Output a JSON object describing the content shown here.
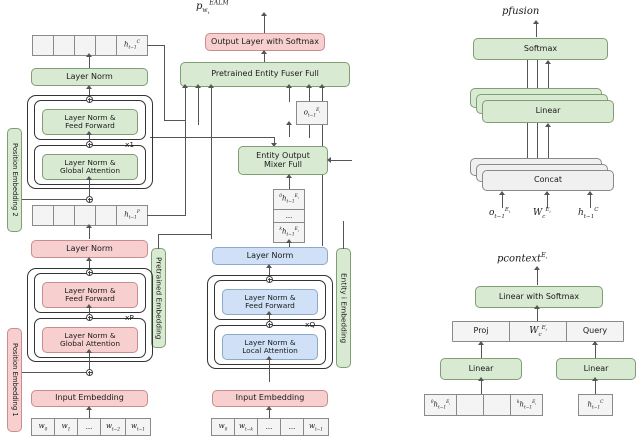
{
  "figure": {
    "title": "EALM entity-aware language model architecture diagram"
  },
  "left_panel": {
    "outputs": {
      "top_label": "p",
      "top_label_sup": "EALM",
      "top_label_sub": "w_t"
    },
    "output_layer": "Output Layer with Softmax",
    "fuser": "Pretrained Entity Fuser Full",
    "mixer": "Entity Output\nMixer Full",
    "mixer_line1": "Entity Output",
    "mixer_line2": "Mixer Full",
    "layer_norm": "Layer Norm",
    "ln_ff": "Layer Norm &\nFeed Forward",
    "ln_ff_line1": "Layer Norm &",
    "ln_ff_line2": "Feed Forward",
    "ln_global": "Layer Norm &\nGlobal Attention",
    "ln_global_line1": "Layer Norm &",
    "ln_global_line2": "Global Attention",
    "ln_local_line1": "Layer Norm &",
    "ln_local_line2": "Local Attention",
    "input_embedding": "Input Embedding",
    "repeat_x1": "x1",
    "repeat_xP": "xP",
    "repeat_xQ": "xQ",
    "pos_emb_2": "Position Embedding 2",
    "pos_emb_1": "Position Embedding 1",
    "pretrained_emb": "Pretrained Embedding",
    "entity_emb": "Entity i Embedding",
    "h_c": "h_{t-1}^C",
    "h_p": "h_{t-1}^P",
    "o_e": "o_{t-1}^{E_i}",
    "h0_e": "0 h_{t-1}^{E_i}",
    "hk_e": "k h_{t-1}^{E_i}",
    "ellipsis": "...",
    "tokens_global": [
      "w_0",
      "w_1",
      "...",
      "w_{t-2}",
      "w_{t-1}"
    ],
    "tokens_local": [
      "w_0",
      "w_{t-k}",
      "...",
      "...",
      "w_{t-1}"
    ]
  },
  "fusion_panel": {
    "output_label": "pfusion",
    "softmax": "Softmax",
    "linear": "Linear",
    "concat": "Concat",
    "inputs": [
      "o_{t-1}^{E_i}",
      "W_c^{E_i}",
      "h_{t-1}^C"
    ]
  },
  "context_panel": {
    "output_label": "pcontext",
    "output_label_sup": "E_i",
    "linear_softmax": "Linear with Softmax",
    "proj": "Proj",
    "weight": "W_c^{E_i}",
    "query": "Query",
    "linear_left": "Linear",
    "linear_right": "Linear",
    "cells_left": [
      "0 h_{t-1}^{E_i}",
      "",
      "",
      "k h_{t-1}^{E_i}"
    ],
    "cell_right": "h_{t-1}^C"
  },
  "colors": {
    "green": "#d9ead3",
    "red": "#f7cfcf",
    "blue": "#cfe0f7",
    "gray": "#f4f4f4",
    "stroke": "#555555"
  }
}
